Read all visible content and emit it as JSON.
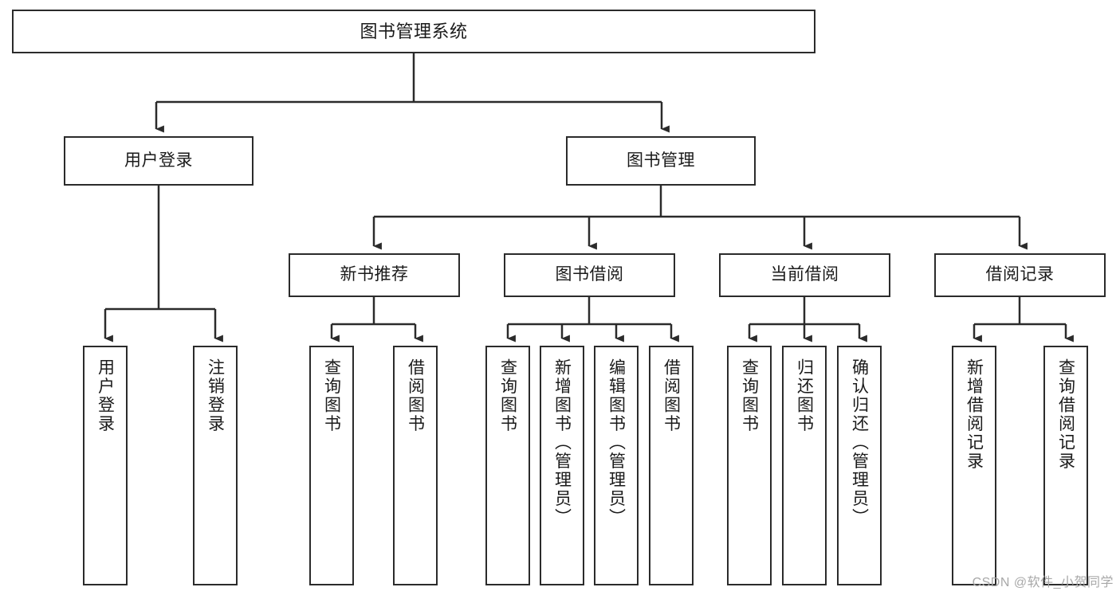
{
  "diagram": {
    "title": "图书管理系统",
    "type": "tree-hierarchy-diagram",
    "colors": {
      "box_border": "#2b2b2b",
      "box_fill": "#ffffff",
      "connector": "#2b2b2b",
      "text": "#1a1a1a",
      "watermark": "#a8a8a8",
      "background": "#ffffff"
    },
    "root": {
      "label": "图书管理系统"
    },
    "level2": [
      {
        "label": "用户登录"
      },
      {
        "label": "图书管理"
      }
    ],
    "level3": [
      {
        "label": "新书推荐"
      },
      {
        "label": "图书借阅"
      },
      {
        "label": "当前借阅"
      },
      {
        "label": "借阅记录"
      }
    ],
    "leaves": {
      "user_login": [
        {
          "label": "用户登录"
        },
        {
          "label": "注销登录"
        }
      ],
      "new_book_recommend": [
        {
          "label": "查询图书"
        },
        {
          "label": "借阅图书"
        }
      ],
      "book_borrow": [
        {
          "label": "查询图书"
        },
        {
          "label": "新增图书（管理员）"
        },
        {
          "label": "编辑图书（管理员）"
        },
        {
          "label": "借阅图书"
        }
      ],
      "current_borrow": [
        {
          "label": "查询图书"
        },
        {
          "label": "归还图书"
        },
        {
          "label": "确认归还（管理员）"
        }
      ],
      "borrow_record": [
        {
          "label": "新增借阅记录"
        },
        {
          "label": "查询借阅记录"
        }
      ]
    },
    "watermark": "CSDN @软件_小贺同学"
  }
}
